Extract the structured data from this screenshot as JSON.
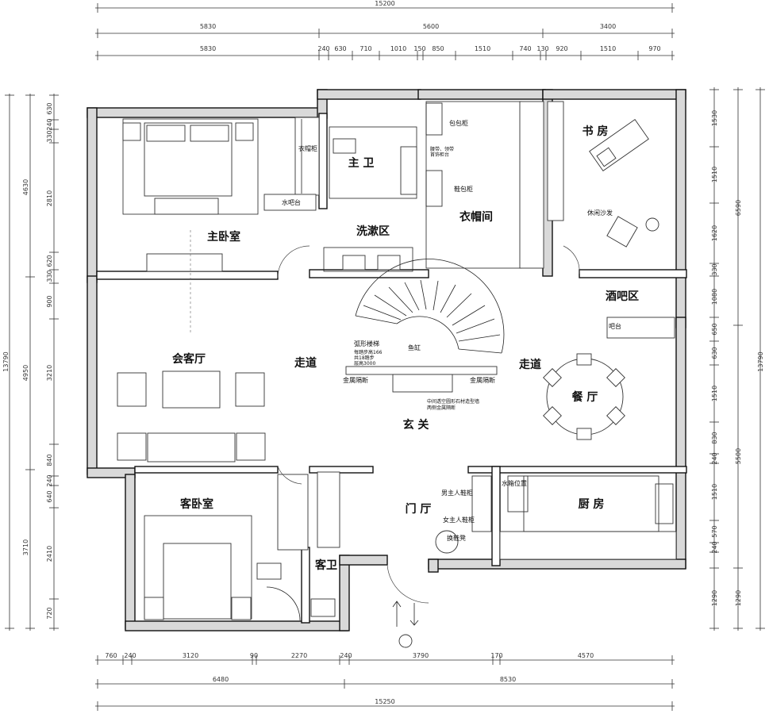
{
  "dimensions": {
    "top_total": "15200",
    "top_row1": [
      "5830",
      "5600",
      "3400"
    ],
    "top_row2": [
      "5830",
      "240",
      "630",
      "710",
      "1010",
      "150",
      "850",
      "1510",
      "740",
      "130",
      "920",
      "1510",
      "970"
    ],
    "bottom_row1": [
      "760",
      "240",
      "3120",
      "90",
      "2270",
      "240",
      "3790",
      "170",
      "4570"
    ],
    "bottom_row2": [
      "6480",
      "8530"
    ],
    "bottom_total": "15250",
    "left_total": "13790",
    "left_row1": [
      "4630",
      "4950",
      "3710"
    ],
    "left_row2": [
      "630",
      "240",
      "330",
      "2810",
      "620",
      "330",
      "900",
      "3210",
      "840",
      "240",
      "640",
      "2410",
      "720"
    ],
    "right_total": "13790",
    "right_row1": [
      "6590",
      "5500"
    ],
    "right_row2": [
      "1530",
      "1510",
      "1620",
      "330",
      "1080",
      "650",
      "630",
      "1510",
      "830",
      "240",
      "1510",
      "570",
      "240",
      "1290"
    ],
    "right_extra": "1290"
  },
  "rooms": {
    "master_bedroom": "主卧室",
    "master_bath": "主 卫",
    "wash_area": "洗漱区",
    "cloakroom": "衣帽间",
    "study": "书 房",
    "bar_area": "酒吧区",
    "living_room": "会客厅",
    "corridor_left": "走道",
    "corridor_right": "走道",
    "dining": "餐 厅",
    "entrance": "玄 关",
    "guest_bedroom": "客卧室",
    "guest_bath": "客卫",
    "foyer": "门 厅",
    "kitchen": "厨 房"
  },
  "labels": {
    "wardrobe": "衣帽柜",
    "water_bar": "水吧台",
    "bag_cabinet": "包包柜",
    "tie_cabinet": "腰带、领带\n首饰柜台",
    "shoe_bag": "鞋包柜",
    "leisure_sofa": "休闲沙发",
    "bar_counter": "吧台",
    "stair": "弧形楼梯",
    "stair_note1": "每踏步高166",
    "stair_note2": "共18踏步",
    "stair_note3": "层高3000",
    "fish_tank": "鱼缸",
    "metal_partition_left": "金属隔断",
    "metal_partition_right": "金属隔断",
    "center_wall_note1": "中间透空圆形石材造型墙",
    "center_wall_note2": "两侧金属隔断",
    "male_shoe": "男主人鞋柜",
    "female_shoe": "女主人鞋柜",
    "shoe_bench": "换鞋凳",
    "water_filter": "水箱位置"
  }
}
